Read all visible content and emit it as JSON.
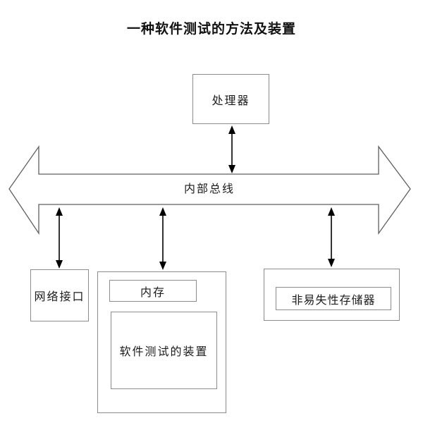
{
  "title": "一种软件测试的方法及装置",
  "bus": {
    "label": "内部总线"
  },
  "nodes": {
    "processor": {
      "label": "处理器"
    },
    "network_interface": {
      "label": "网络接口"
    },
    "memory": {
      "label": "内存"
    },
    "software_testing_device": {
      "label": "软件测试的装置"
    },
    "non_volatile_memory": {
      "label": "非易失性存储器"
    }
  },
  "colors": {
    "background": "#ffffff",
    "box_border": "#8c8c8c",
    "bus_outline": "#5f5f5f",
    "arrow": "#000000",
    "text": "#1b1b1b"
  }
}
